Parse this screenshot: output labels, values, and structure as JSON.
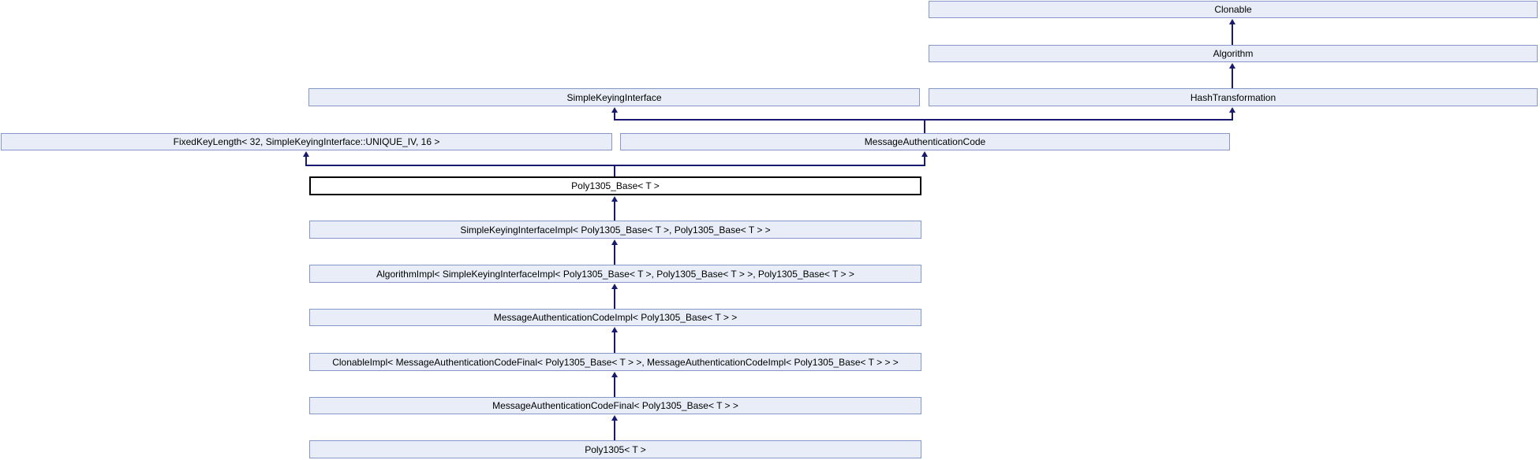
{
  "diagram": {
    "kind": "class-inheritance-graph",
    "colors": {
      "background": "#ffffff",
      "box_fill": "#e8edf7",
      "box_border": "#8598c8",
      "highlight_box_fill": "#ffffff",
      "highlight_box_border": "#000000",
      "arrow": "#191970",
      "text": "#000000"
    },
    "nodes": {
      "clonable": {
        "label": "Clonable"
      },
      "algorithm": {
        "label": "Algorithm"
      },
      "simple_keying_interface": {
        "label": "SimpleKeyingInterface"
      },
      "hash_transformation": {
        "label": "HashTransformation"
      },
      "fixed_key_length": {
        "label": "FixedKeyLength< 32, SimpleKeyingInterface::UNIQUE_IV, 16 >"
      },
      "message_authentication_code": {
        "label": "MessageAuthenticationCode"
      },
      "poly1305_base": {
        "label": "Poly1305_Base< T >",
        "highlighted": true
      },
      "simple_keying_interface_impl": {
        "label": "SimpleKeyingInterfaceImpl< Poly1305_Base< T >, Poly1305_Base< T > >"
      },
      "algorithm_impl": {
        "label": "AlgorithmImpl< SimpleKeyingInterfaceImpl< Poly1305_Base< T >, Poly1305_Base< T > >, Poly1305_Base< T > >"
      },
      "message_authentication_code_impl": {
        "label": "MessageAuthenticationCodeImpl< Poly1305_Base< T > >"
      },
      "clonable_impl": {
        "label": "ClonableImpl< MessageAuthenticationCodeFinal< Poly1305_Base< T > >, MessageAuthenticationCodeImpl< Poly1305_Base< T > > >"
      },
      "message_authentication_code_final": {
        "label": "MessageAuthenticationCodeFinal< Poly1305_Base< T > >"
      },
      "poly1305": {
        "label": "Poly1305< T >"
      }
    },
    "edges": [
      {
        "from": "algorithm",
        "to": "clonable"
      },
      {
        "from": "hash_transformation",
        "to": "algorithm"
      },
      {
        "from": "message_authentication_code",
        "to": "simple_keying_interface"
      },
      {
        "from": "message_authentication_code",
        "to": "hash_transformation"
      },
      {
        "from": "poly1305_base",
        "to": "fixed_key_length"
      },
      {
        "from": "poly1305_base",
        "to": "message_authentication_code"
      },
      {
        "from": "simple_keying_interface_impl",
        "to": "poly1305_base"
      },
      {
        "from": "algorithm_impl",
        "to": "simple_keying_interface_impl"
      },
      {
        "from": "message_authentication_code_impl",
        "to": "algorithm_impl"
      },
      {
        "from": "clonable_impl",
        "to": "message_authentication_code_impl"
      },
      {
        "from": "message_authentication_code_final",
        "to": "clonable_impl"
      },
      {
        "from": "poly1305",
        "to": "message_authentication_code_final"
      }
    ]
  }
}
